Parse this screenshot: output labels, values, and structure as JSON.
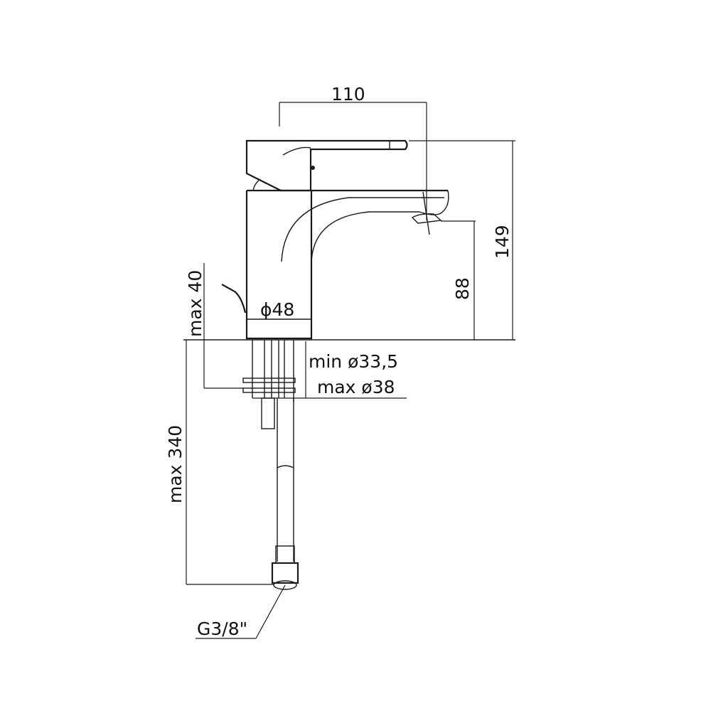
{
  "drawing": {
    "subject": "Single-lever basin mixer faucet, side view",
    "units": "mm",
    "dimensions": {
      "spout_reach": "110",
      "total_height": "149",
      "spout_outlet_height": "88",
      "body_diameter": "ϕ48",
      "max_deck_thickness": "max 40",
      "hole_min": "min ø33,5",
      "hole_max": "max ø38",
      "hose_length": "max 340",
      "connection_thread": "G3/8\""
    }
  },
  "colors": {
    "line": "#1a1a1a",
    "background": "#ffffff"
  }
}
